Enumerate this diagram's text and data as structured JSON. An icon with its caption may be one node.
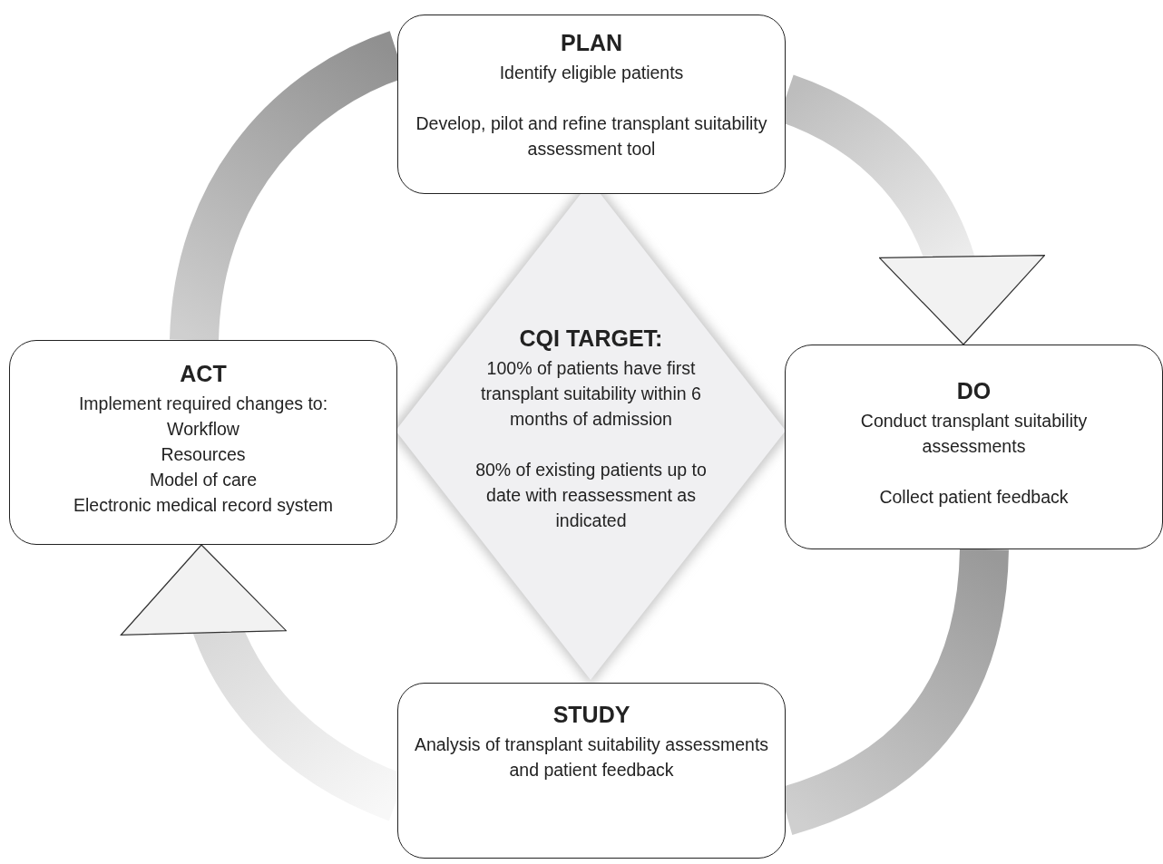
{
  "diagram": {
    "nodes": [
      {
        "text": [
          "PLAN",
          "Identify eligible patients",
          "Develop, pilot and refine transplant suitability assessment tool"
        ]
      },
      {
        "text": [
          "ACT",
          "Implement required changes to:",
          "Workflow",
          "Resources",
          "Model of care",
          "Electronic medical record system"
        ]
      },
      {
        "text": [
          "CQI TARGET:",
          "100% of patients have first transplant suitability within 6 months of admission",
          "80% of existing patients up to date with reassessment as indicated"
        ]
      },
      {
        "text": [
          "DO",
          "Conduct transplant suitability assessments",
          "Collect patient feedback"
        ]
      },
      {
        "text": [
          "STUDY",
          "Analysis of transplant suitability assessments and patient feedback"
        ]
      }
    ],
    "edges": [
      {
        "from": 0,
        "to": 3,
        "arrow": "to"
      },
      {
        "from": 3,
        "to": 4,
        "arrow": "none"
      },
      {
        "from": 4,
        "to": 1,
        "arrow": "to"
      },
      {
        "from": 1,
        "to": 0,
        "arrow": "none"
      }
    ]
  }
}
